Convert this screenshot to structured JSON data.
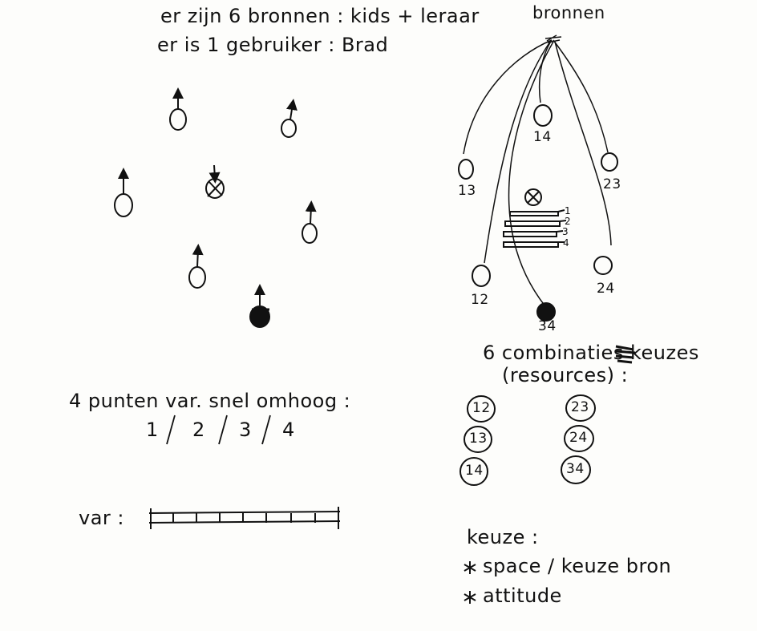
{
  "header": {
    "line1": "er zijn 6 bronnen : kids + leraar",
    "line2": "er is 1 gebruiker : Brad"
  },
  "sources_title": "bronnen",
  "sources": [
    "13",
    "14",
    "23",
    "12",
    "34",
    "24"
  ],
  "stack_levels": [
    "1",
    "2",
    "3",
    "4"
  ],
  "points": {
    "caption": "4 punten var. snel omhoog :",
    "values": [
      "1",
      "2",
      "3",
      "4"
    ]
  },
  "var_label": "var :",
  "combos": {
    "title": "6 combinaties keuzes",
    "subtitle": "(resources) :",
    "left": [
      "12",
      "13",
      "14"
    ],
    "right": [
      "23",
      "24",
      "34"
    ]
  },
  "keuze": {
    "title": "keuze :",
    "items": [
      "space / keuze bron",
      "attitude"
    ]
  },
  "colors": {
    "ink": "#111111",
    "paper": "#fdfdfb"
  }
}
